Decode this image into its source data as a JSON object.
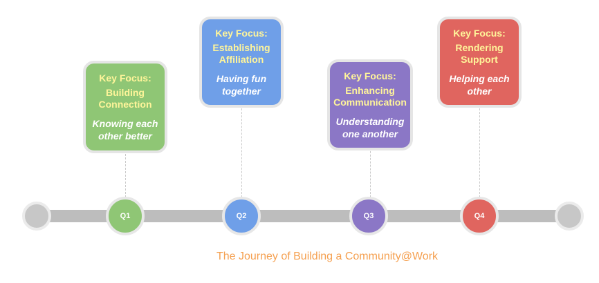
{
  "colors": {
    "green": "#8fc675",
    "blue": "#6f9fe8",
    "purple": "#8b77c6",
    "red": "#e0655f",
    "track": "#bdbdbd",
    "caption": "#f5a050"
  },
  "stages": [
    {
      "quarter": "Q1",
      "key_focus": "Key Focus:",
      "focus": "Building\nConnection",
      "description": "Knowing each\nother better",
      "color": "#8fc675"
    },
    {
      "quarter": "Q2",
      "key_focus": "Key Focus:",
      "focus": "Establishing\nAffiliation",
      "description": "Having fun\ntogether",
      "color": "#6f9fe8"
    },
    {
      "quarter": "Q3",
      "key_focus": "Key Focus:",
      "focus": "Enhancing\nCommunication",
      "description": "Understanding\none another",
      "color": "#8b77c6"
    },
    {
      "quarter": "Q4",
      "key_focus": "Key Focus:",
      "focus": "Rendering\nSupport",
      "description": "Helping each\nother",
      "color": "#e0655f"
    }
  ],
  "caption": "The Journey of Building a Community@Work"
}
